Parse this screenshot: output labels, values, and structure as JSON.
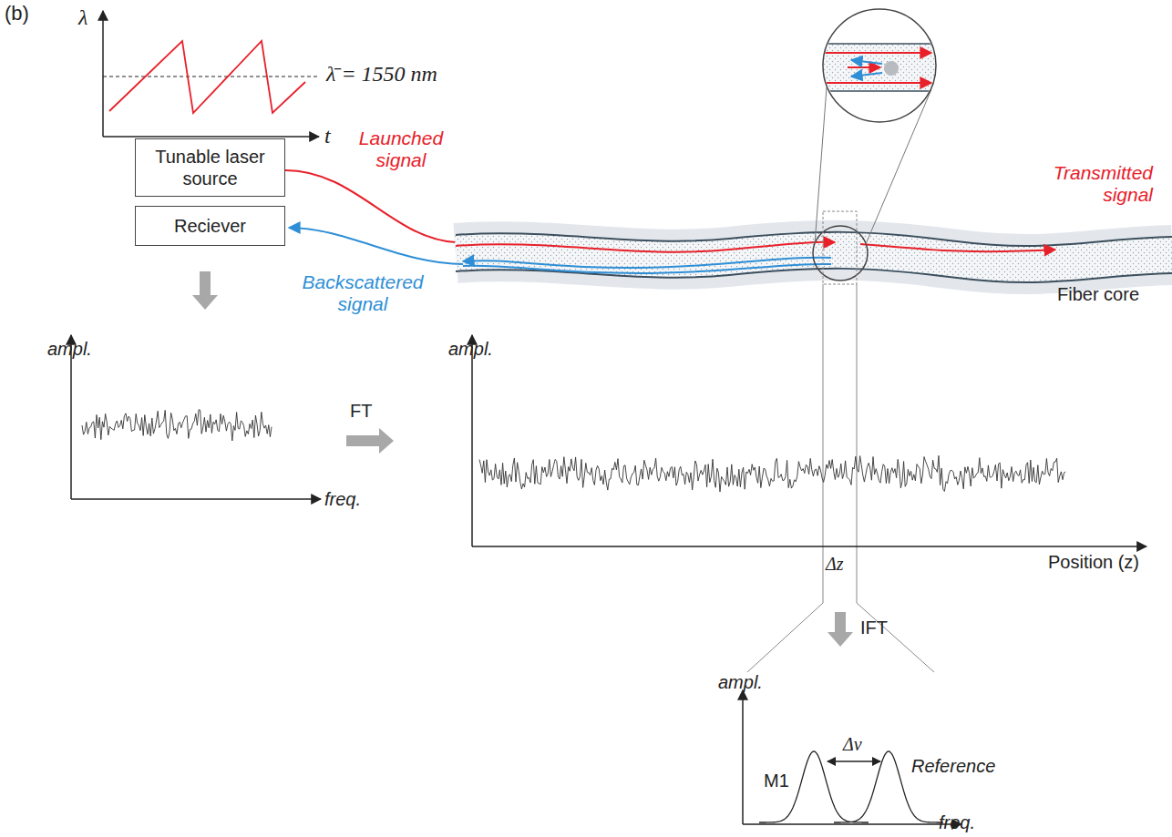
{
  "diagram": {
    "nodes": [
      {
        "text": [
          "Tunable laser source"
        ]
      },
      {
        "text": [
          "Reciever"
        ]
      }
    ],
    "labels": [
      "(b)",
      "λ",
      "t",
      "λ̄ = 1550 nm",
      "Launched signal",
      "Transmitted signal",
      "Backscattered signal",
      "Fiber core",
      "ampl.",
      "freq.",
      "FT",
      "ampl.",
      "Position (z)",
      "Δz",
      "IFT",
      "ampl.",
      "Δν",
      "M1",
      "Reference",
      "freq."
    ]
  }
}
